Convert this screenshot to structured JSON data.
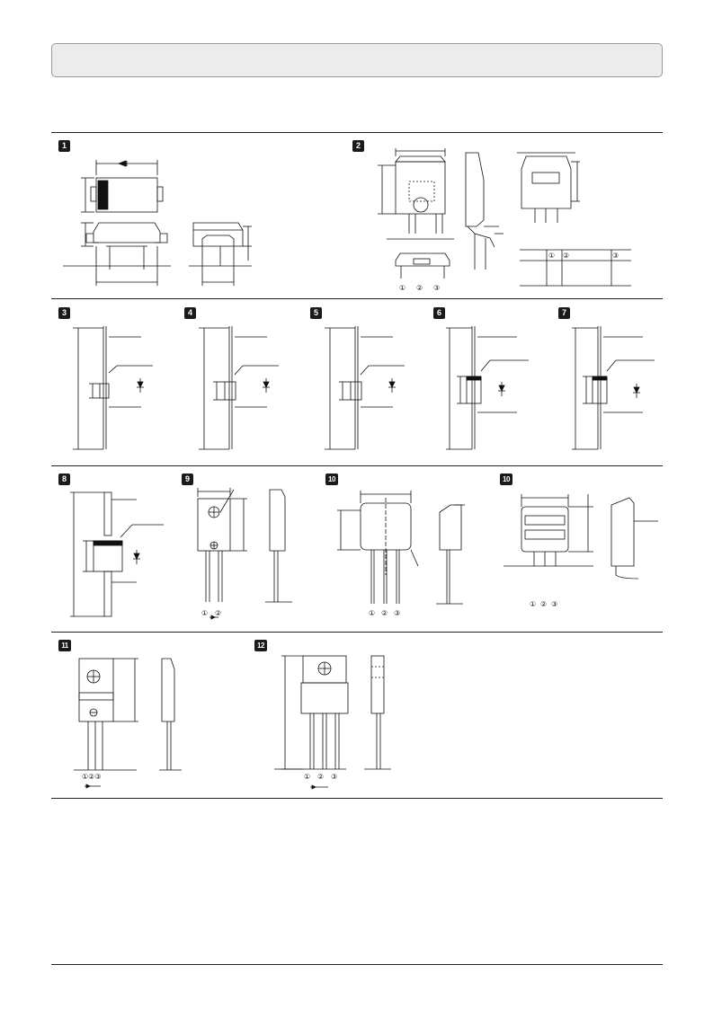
{
  "header": {
    "title": ""
  },
  "figures": [
    {
      "id": "1",
      "badge": "1"
    },
    {
      "id": "2",
      "badge": "2",
      "pin_labels": [
        "①",
        "②",
        "③"
      ],
      "table_headers": [
        "①",
        "②",
        "③"
      ]
    },
    {
      "id": "3",
      "badge": "3"
    },
    {
      "id": "4",
      "badge": "4"
    },
    {
      "id": "5",
      "badge": "5"
    },
    {
      "id": "6",
      "badge": "6"
    },
    {
      "id": "7",
      "badge": "7"
    },
    {
      "id": "8",
      "badge": "8"
    },
    {
      "id": "9",
      "badge": "9",
      "pin_labels": [
        "①",
        "②"
      ]
    },
    {
      "id": "10a",
      "badge": "10",
      "pin_labels": [
        "①",
        "②",
        "③"
      ]
    },
    {
      "id": "10b",
      "badge": "10",
      "pin_labels": [
        "①",
        "②",
        "③"
      ]
    },
    {
      "id": "11",
      "badge": "11",
      "pin_labels": [
        "①②③"
      ]
    },
    {
      "id": "12",
      "badge": "12",
      "pin_labels": [
        "①",
        "②",
        "③"
      ]
    }
  ],
  "colors": {
    "title_bg": "#ececec",
    "title_border": "#9a9a9a",
    "ink": "#111111",
    "badge_bg": "#1a1a1a"
  }
}
